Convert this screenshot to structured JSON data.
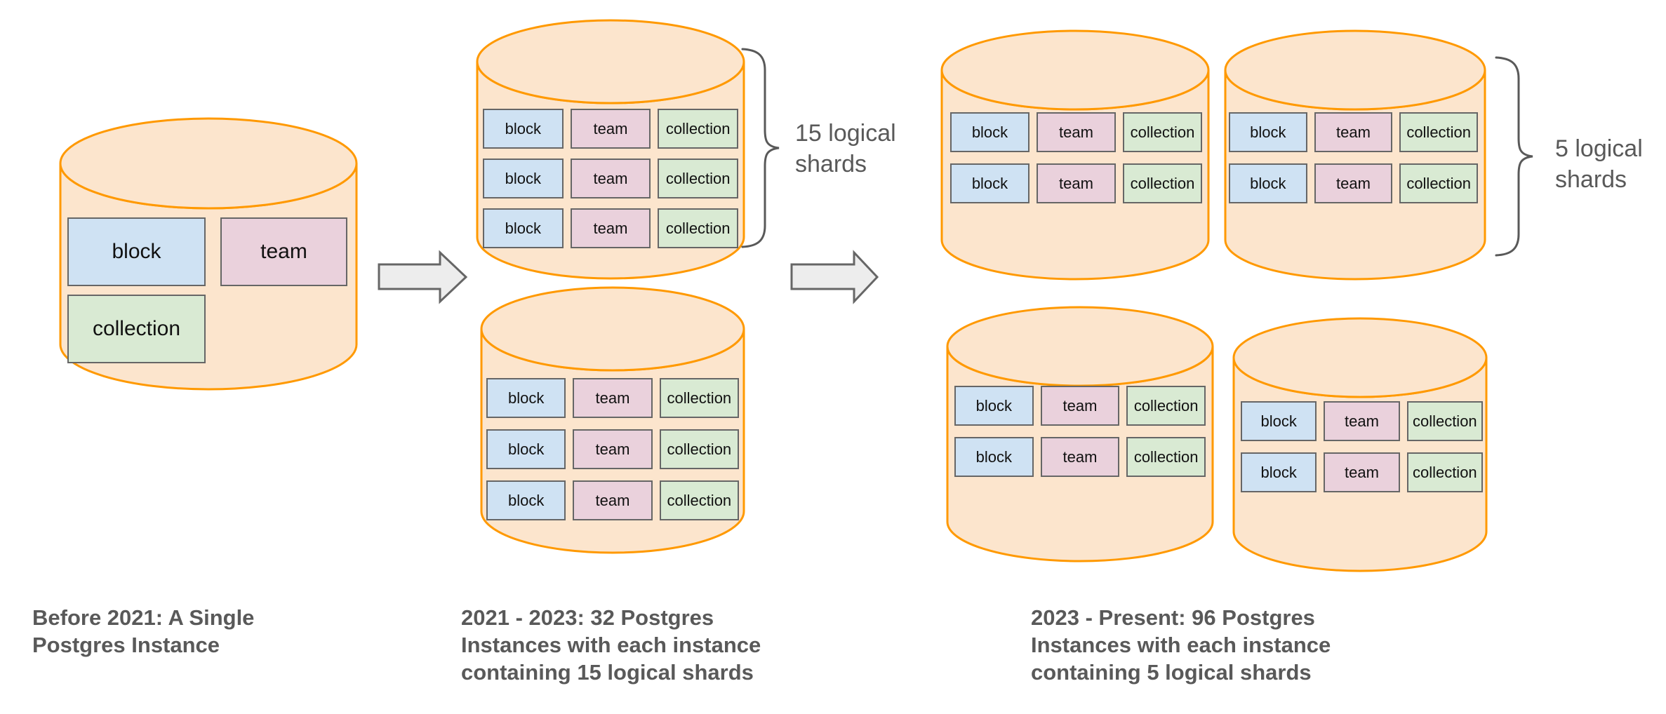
{
  "colors": {
    "cylinder_fill": "#FCE5CD",
    "cylinder_stroke": "#FF9900",
    "box_border": "#666666",
    "box_text": "#111111",
    "arrow_fill": "#EDEDED",
    "arrow_stroke": "#666666",
    "brace_color": "#595959",
    "label_color": "#595959",
    "caption_color": "#595959"
  },
  "diagram": {
    "tables": [
      {
        "id": "block",
        "label": "block",
        "fill": "#CFE2F3"
      },
      {
        "id": "team",
        "label": "team",
        "fill": "#EAD1DC"
      },
      {
        "id": "collection",
        "label": "collection",
        "fill": "#D9EAD3"
      }
    ],
    "stages": [
      {
        "id": "before-2021",
        "caption_lines": [
          "Before 2021: A Single",
          "Postgres Instance"
        ],
        "cylinders_shown": 1,
        "shard_rows_per_cylinder": 0
      },
      {
        "id": "2021-2023",
        "caption_lines": [
          "2021 - 2023: 32 Postgres",
          "Instances with each instance",
          "containing 15 logical shards"
        ],
        "cylinders_shown": 2,
        "shard_rows_per_cylinder": 3,
        "shard_label_lines": [
          "15 logical",
          "shards"
        ]
      },
      {
        "id": "2023-present",
        "caption_lines": [
          "2023 - Present: 96 Postgres",
          "Instances with each instance",
          "containing 5 logical shards"
        ],
        "cylinders_shown": 4,
        "shard_rows_per_cylinder": 2,
        "shard_label_lines": [
          "5 logical",
          "shards"
        ]
      }
    ]
  }
}
